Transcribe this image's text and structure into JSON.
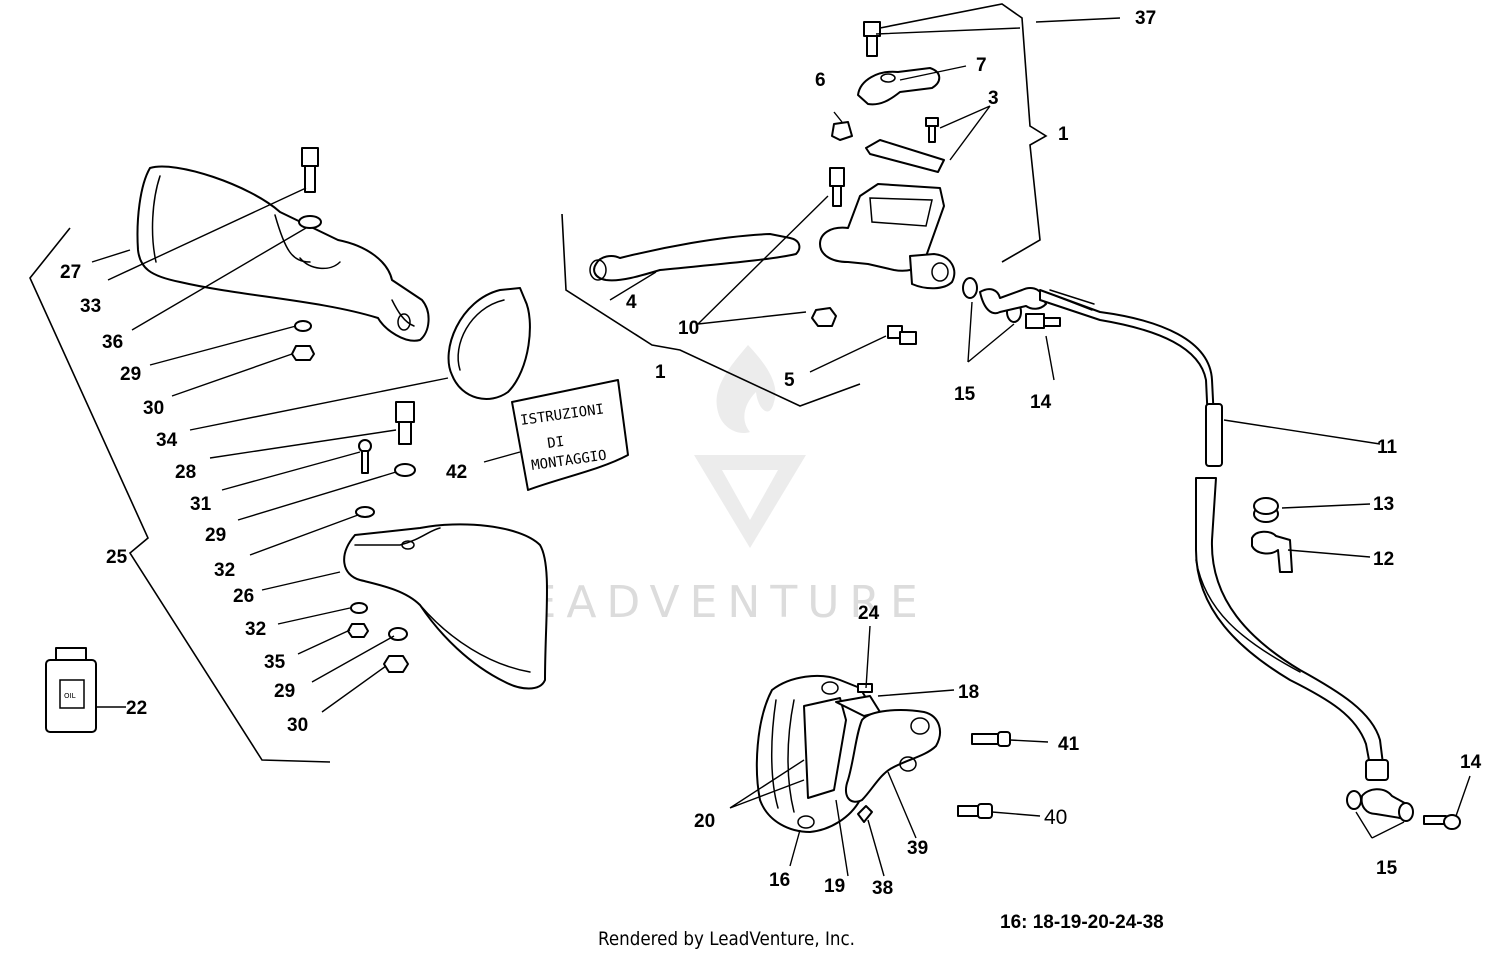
{
  "diagram": {
    "callouts": {
      "c1a": "1",
      "c1b": "1",
      "c3": "3",
      "c4": "4",
      "c5": "5",
      "c6": "6",
      "c7": "7",
      "c10": "10",
      "c11": "11",
      "c12": "12",
      "c13": "13",
      "c14a": "14",
      "c14b": "14",
      "c15a": "15",
      "c15b": "15",
      "c16": "16",
      "c18": "18",
      "c19": "19",
      "c20": "20",
      "c22": "22",
      "c24": "24",
      "c25": "25",
      "c26": "26",
      "c27": "27",
      "c28": "28",
      "c29a": "29",
      "c29b": "29",
      "c29c": "29",
      "c30a": "30",
      "c30b": "30",
      "c31": "31",
      "c32a": "32",
      "c32b": "32",
      "c33": "33",
      "c34": "34",
      "c35": "35",
      "c36": "36",
      "c37": "37",
      "c38": "38",
      "c39": "39",
      "c40": "40",
      "c41": "41",
      "c42": "42"
    },
    "instruction_card": {
      "line1": "ISTRUZIONI",
      "line2": "DI",
      "line3": "MONTAGGIO"
    },
    "oil_bottle_label": "OIL",
    "kit_note": "16: 18-19-20-24-38",
    "watermark": "LEADVENTURE",
    "footer_credit": "Rendered by LeadVenture, Inc."
  }
}
